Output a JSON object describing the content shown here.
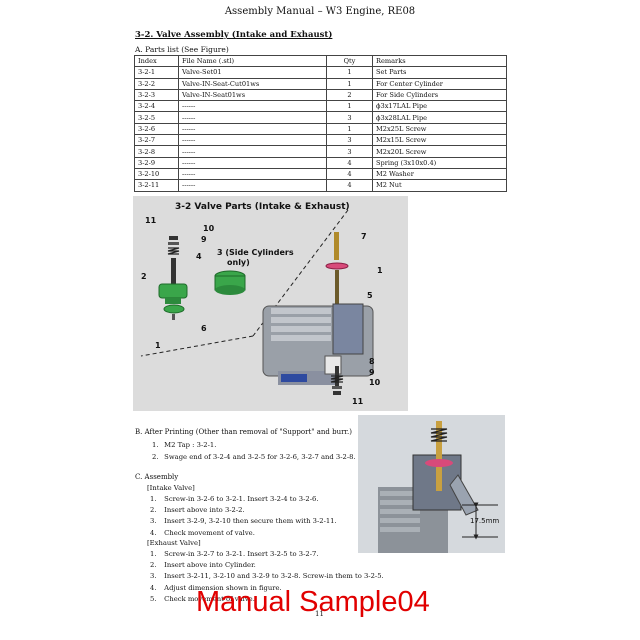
{
  "header": "Assembly Manual – W3 Engine, RE08",
  "section_title": "3-2. Valve Assembly (Intake and Exhaust)",
  "parts_heading": "A. Parts list (See Figure)",
  "table": {
    "headers": [
      "Index",
      "File Name (.stl)",
      "Qty",
      "Remarks"
    ],
    "rows": [
      [
        "3-2-1",
        "Valve-Set01",
        "1",
        "Set Parts"
      ],
      [
        "3-2-2",
        "Valve-IN-Seat-Cut01ws",
        "1",
        "For Center Cylinder"
      ],
      [
        "3-2-3",
        "Valve-IN-Seat01ws",
        "2",
        "For Side Cylinders"
      ],
      [
        "3-2-4",
        "------",
        "1",
        "ϕ3x17LAL Pipe"
      ],
      [
        "3-2-5",
        "------",
        "3",
        "ϕ3x28LAL Pipe"
      ],
      [
        "3-2-6",
        "------",
        "1",
        "M2x25L Screw"
      ],
      [
        "3-2-7",
        "------",
        "3",
        "M2x15L Screw"
      ],
      [
        "3-2-8",
        "------",
        "3",
        "M2x20L Screw"
      ],
      [
        "3-2-9",
        "------",
        "4",
        "Spring (3x10x0.4)"
      ],
      [
        "3-2-10",
        "------",
        "4",
        "M2 Washer"
      ],
      [
        "3-2-11",
        "------",
        "4",
        "M2 Nut"
      ]
    ]
  },
  "figure": {
    "title": "3-2  Valve Parts (Intake & Exhaust)",
    "side_label_1": "3 (Side Cylinders",
    "side_label_2": "only)",
    "callouts": {
      "n11a": "11",
      "n10a": "10",
      "n9a": "9",
      "n4": "4",
      "n2": "2",
      "n6": "6",
      "n1a": "1",
      "n7": "7",
      "n1b": "1",
      "n5": "5",
      "n8": "8",
      "n9b": "9",
      "n10b": "10",
      "n11b": "11"
    }
  },
  "after_printing": {
    "title": "B. After Printing (Other than removal of \"Support\" and burr.)",
    "items": [
      {
        "num": "1.",
        "text": "M2 Tap : 3-2-1."
      },
      {
        "num": "2.",
        "text": "Swage end of 3-2-4 and 3-2-5 for 3-2-6, 3-2-7 and 3-2-8."
      }
    ]
  },
  "photo": {
    "dimension": "17.5mm"
  },
  "assembly": {
    "title": "C. Assembly",
    "intake_title": "[Intake Valve]",
    "intake_steps": [
      {
        "num": "1.",
        "text": "Screw-in 3-2-6 to 3-2-1. Insert 3-2-4 to 3-2-6."
      },
      {
        "num": "2.",
        "text": "Insert above into 3-2-2."
      },
      {
        "num": "3.",
        "text": "Insert 3-2-9, 3-2-10 then secure them with 3-2-11."
      },
      {
        "num": "4.",
        "text": "Check movement of valve."
      }
    ],
    "exhaust_title": "[Exhaust Valve]",
    "exhaust_steps": [
      {
        "num": "1.",
        "text": "Screw-in 3-2-7 to 3-2-1. Insert 3-2-5 to 3-2-7."
      },
      {
        "num": "2.",
        "text": "Insert above into Cylinder."
      },
      {
        "num": "3.",
        "text": "Insert 3-2-11, 3-2-10 and 3-2-9 to 3-2-8. Screw-in them to 3-2-5."
      },
      {
        "num": "4.",
        "text": "Adjust dimension shown in figure."
      },
      {
        "num": "5.",
        "text": "Check movement of valve."
      }
    ]
  },
  "watermark": "Manual Sample04",
  "page_number": "11",
  "colors": {
    "watermark": "#e10000",
    "part_green": "#3aa64a",
    "engine_gray": "#9aa0a8",
    "valve_pink": "#d84a7a"
  }
}
